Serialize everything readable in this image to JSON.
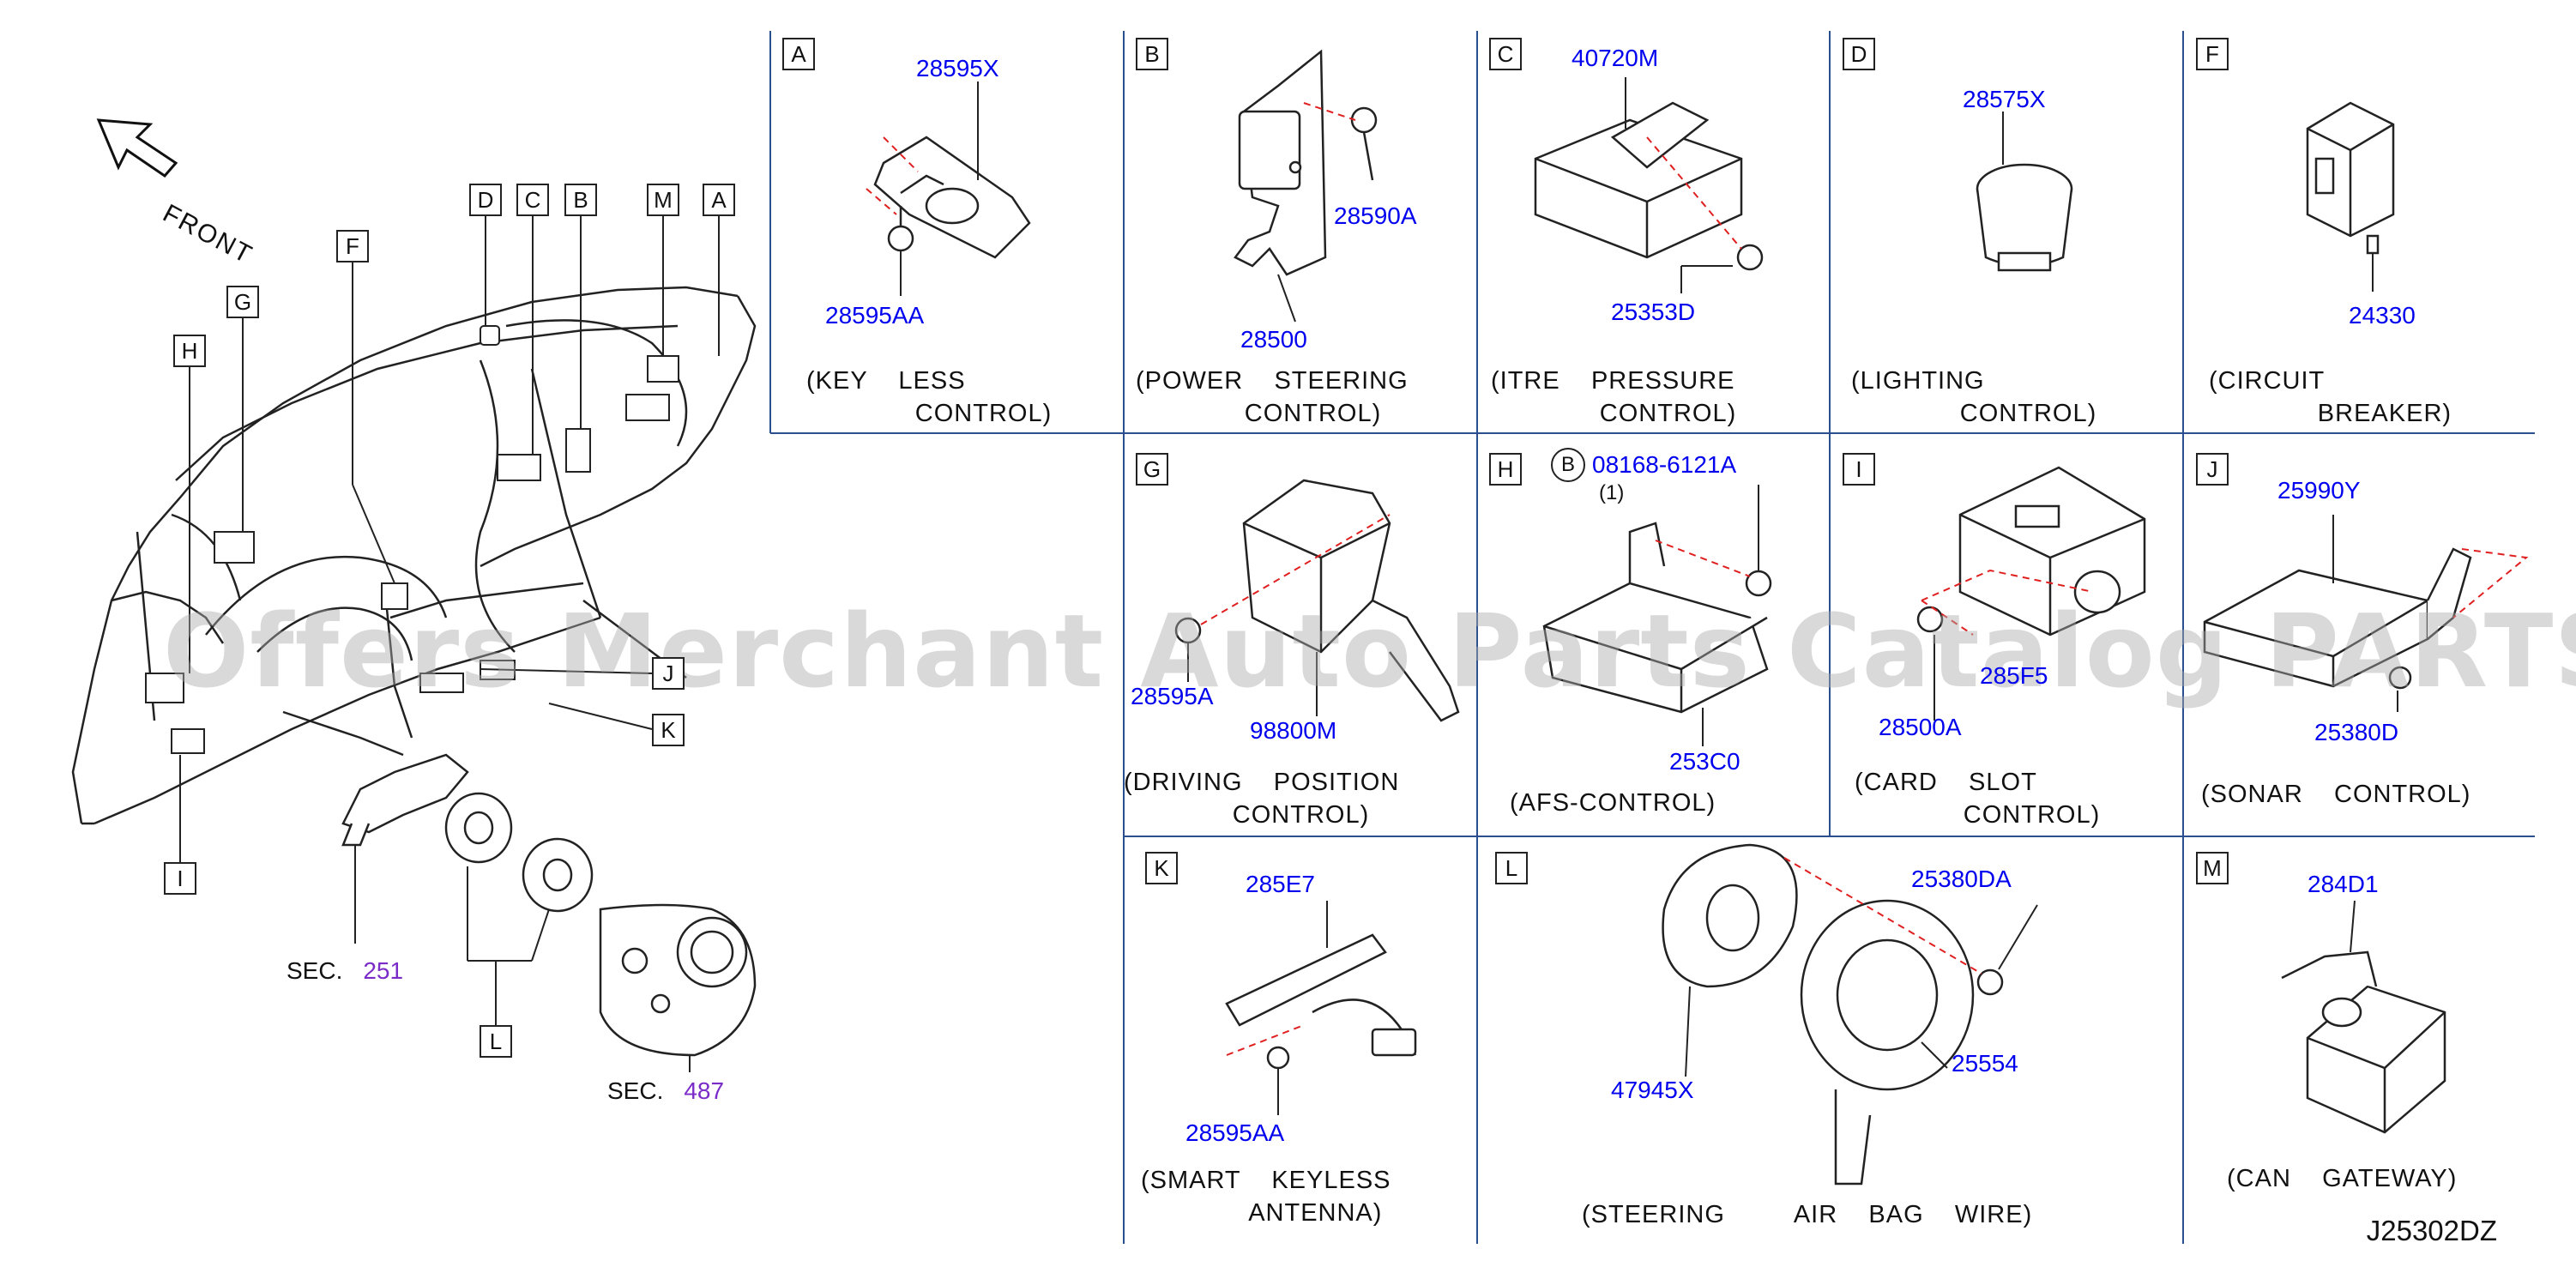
{
  "front_label": "FRONT",
  "drawing_code": "J25302DZ",
  "watermark": "Offers Merchant Auto Parts Catalog PARTSTORE.SA",
  "overview": {
    "callouts": [
      "D",
      "C",
      "B",
      "M",
      "A",
      "F",
      "G",
      "H",
      "J",
      "K",
      "I",
      "L"
    ],
    "sec_label": "SEC.",
    "sec_251": "251",
    "sec_487": "487"
  },
  "panels": {
    "A": {
      "letter": "A",
      "parts": [
        "28595X",
        "28595AA"
      ],
      "caption": "(KEY    LESS\n              CONTROL)"
    },
    "B": {
      "letter": "B",
      "parts": [
        "28590A",
        "28500"
      ],
      "caption": "(POWER    STEERING\n              CONTROL)"
    },
    "C": {
      "letter": "C",
      "parts": [
        "40720M",
        "25353D"
      ],
      "caption": "(ITRE    PRESSURE\n              CONTROL)"
    },
    "D": {
      "letter": "D",
      "parts": [
        "28575X"
      ],
      "caption": "(LIGHTING\n              CONTROL)"
    },
    "F": {
      "letter": "F",
      "parts": [
        "24330"
      ],
      "caption": "(CIRCUIT\n              BREAKER)"
    },
    "G": {
      "letter": "G",
      "parts": [
        "28595A",
        "98800M"
      ],
      "caption": "(DRIVING    POSITION\n              CONTROL)"
    },
    "H": {
      "letter": "H",
      "bolt": "B",
      "parts": [
        "08168-6121A",
        "(1)",
        "253C0"
      ],
      "caption": "(AFS-CONTROL)"
    },
    "I": {
      "letter": "I",
      "parts": [
        "285F5",
        "28500A"
      ],
      "caption": "(CARD    SLOT\n              CONTROL)"
    },
    "J": {
      "letter": "J",
      "parts": [
        "25990Y",
        "25380D"
      ],
      "caption": "(SONAR    CONTROL)"
    },
    "K": {
      "letter": "K",
      "parts": [
        "285E7",
        "28595AA"
      ],
      "caption": "(SMART    KEYLESS\n              ANTENNA)"
    },
    "L": {
      "letter": "L",
      "parts": [
        "25380DA",
        "47945X",
        "25554"
      ],
      "caption": "(STEERING         AIR    BAG    WIRE)"
    },
    "M": {
      "letter": "M",
      "parts": [
        "284D1"
      ],
      "caption": "(CAN    GATEWAY)"
    }
  },
  "colors": {
    "part_number": "#0000ee",
    "sec_number": "#7a2cc8",
    "grid": "#2a4f8f",
    "line": "#222222",
    "leader_dash": "#e02020"
  }
}
